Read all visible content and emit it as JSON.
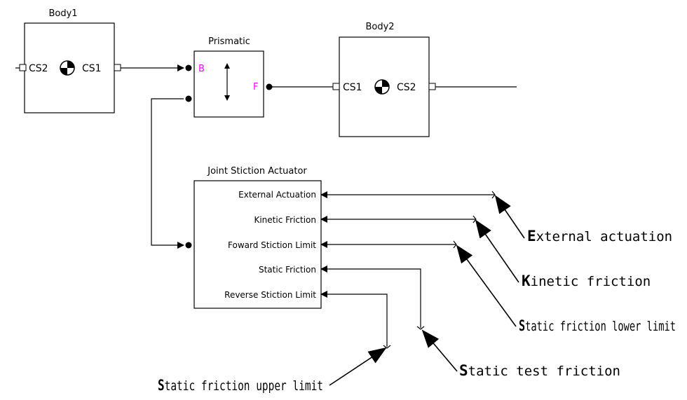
{
  "blocks": {
    "body1": {
      "title": "Body1",
      "left_port": "CS2",
      "right_port": "CS1",
      "icon": "center-of-gravity-icon"
    },
    "prismatic": {
      "title": "Prismatic",
      "base_port": "B",
      "follower_port": "F",
      "icon": "double-arrow-icon",
      "port_label_color": "#ff00ff"
    },
    "body2": {
      "title": "Body2",
      "left_port": "CS1",
      "right_port": "CS2",
      "icon": "center-of-gravity-icon"
    },
    "actuator": {
      "title": "Joint Stiction Actuator",
      "inputs": [
        "External Actuation",
        "Kinetic Friction",
        "Foward Stiction Limit",
        "Static Friction",
        "Reverse Stiction Limit"
      ]
    }
  },
  "callouts": {
    "external_actuation": {
      "first": "E",
      "rest": "xternal actuation"
    },
    "kinetic_friction": {
      "first": "K",
      "rest": "inetic friction"
    },
    "static_lower": {
      "first": "S",
      "rest": "tatic friction lower limit"
    },
    "static_test": {
      "first": "S",
      "rest": "tatic test friction"
    },
    "static_upper": {
      "first": "S",
      "rest": "tatic friction upper limit"
    }
  }
}
